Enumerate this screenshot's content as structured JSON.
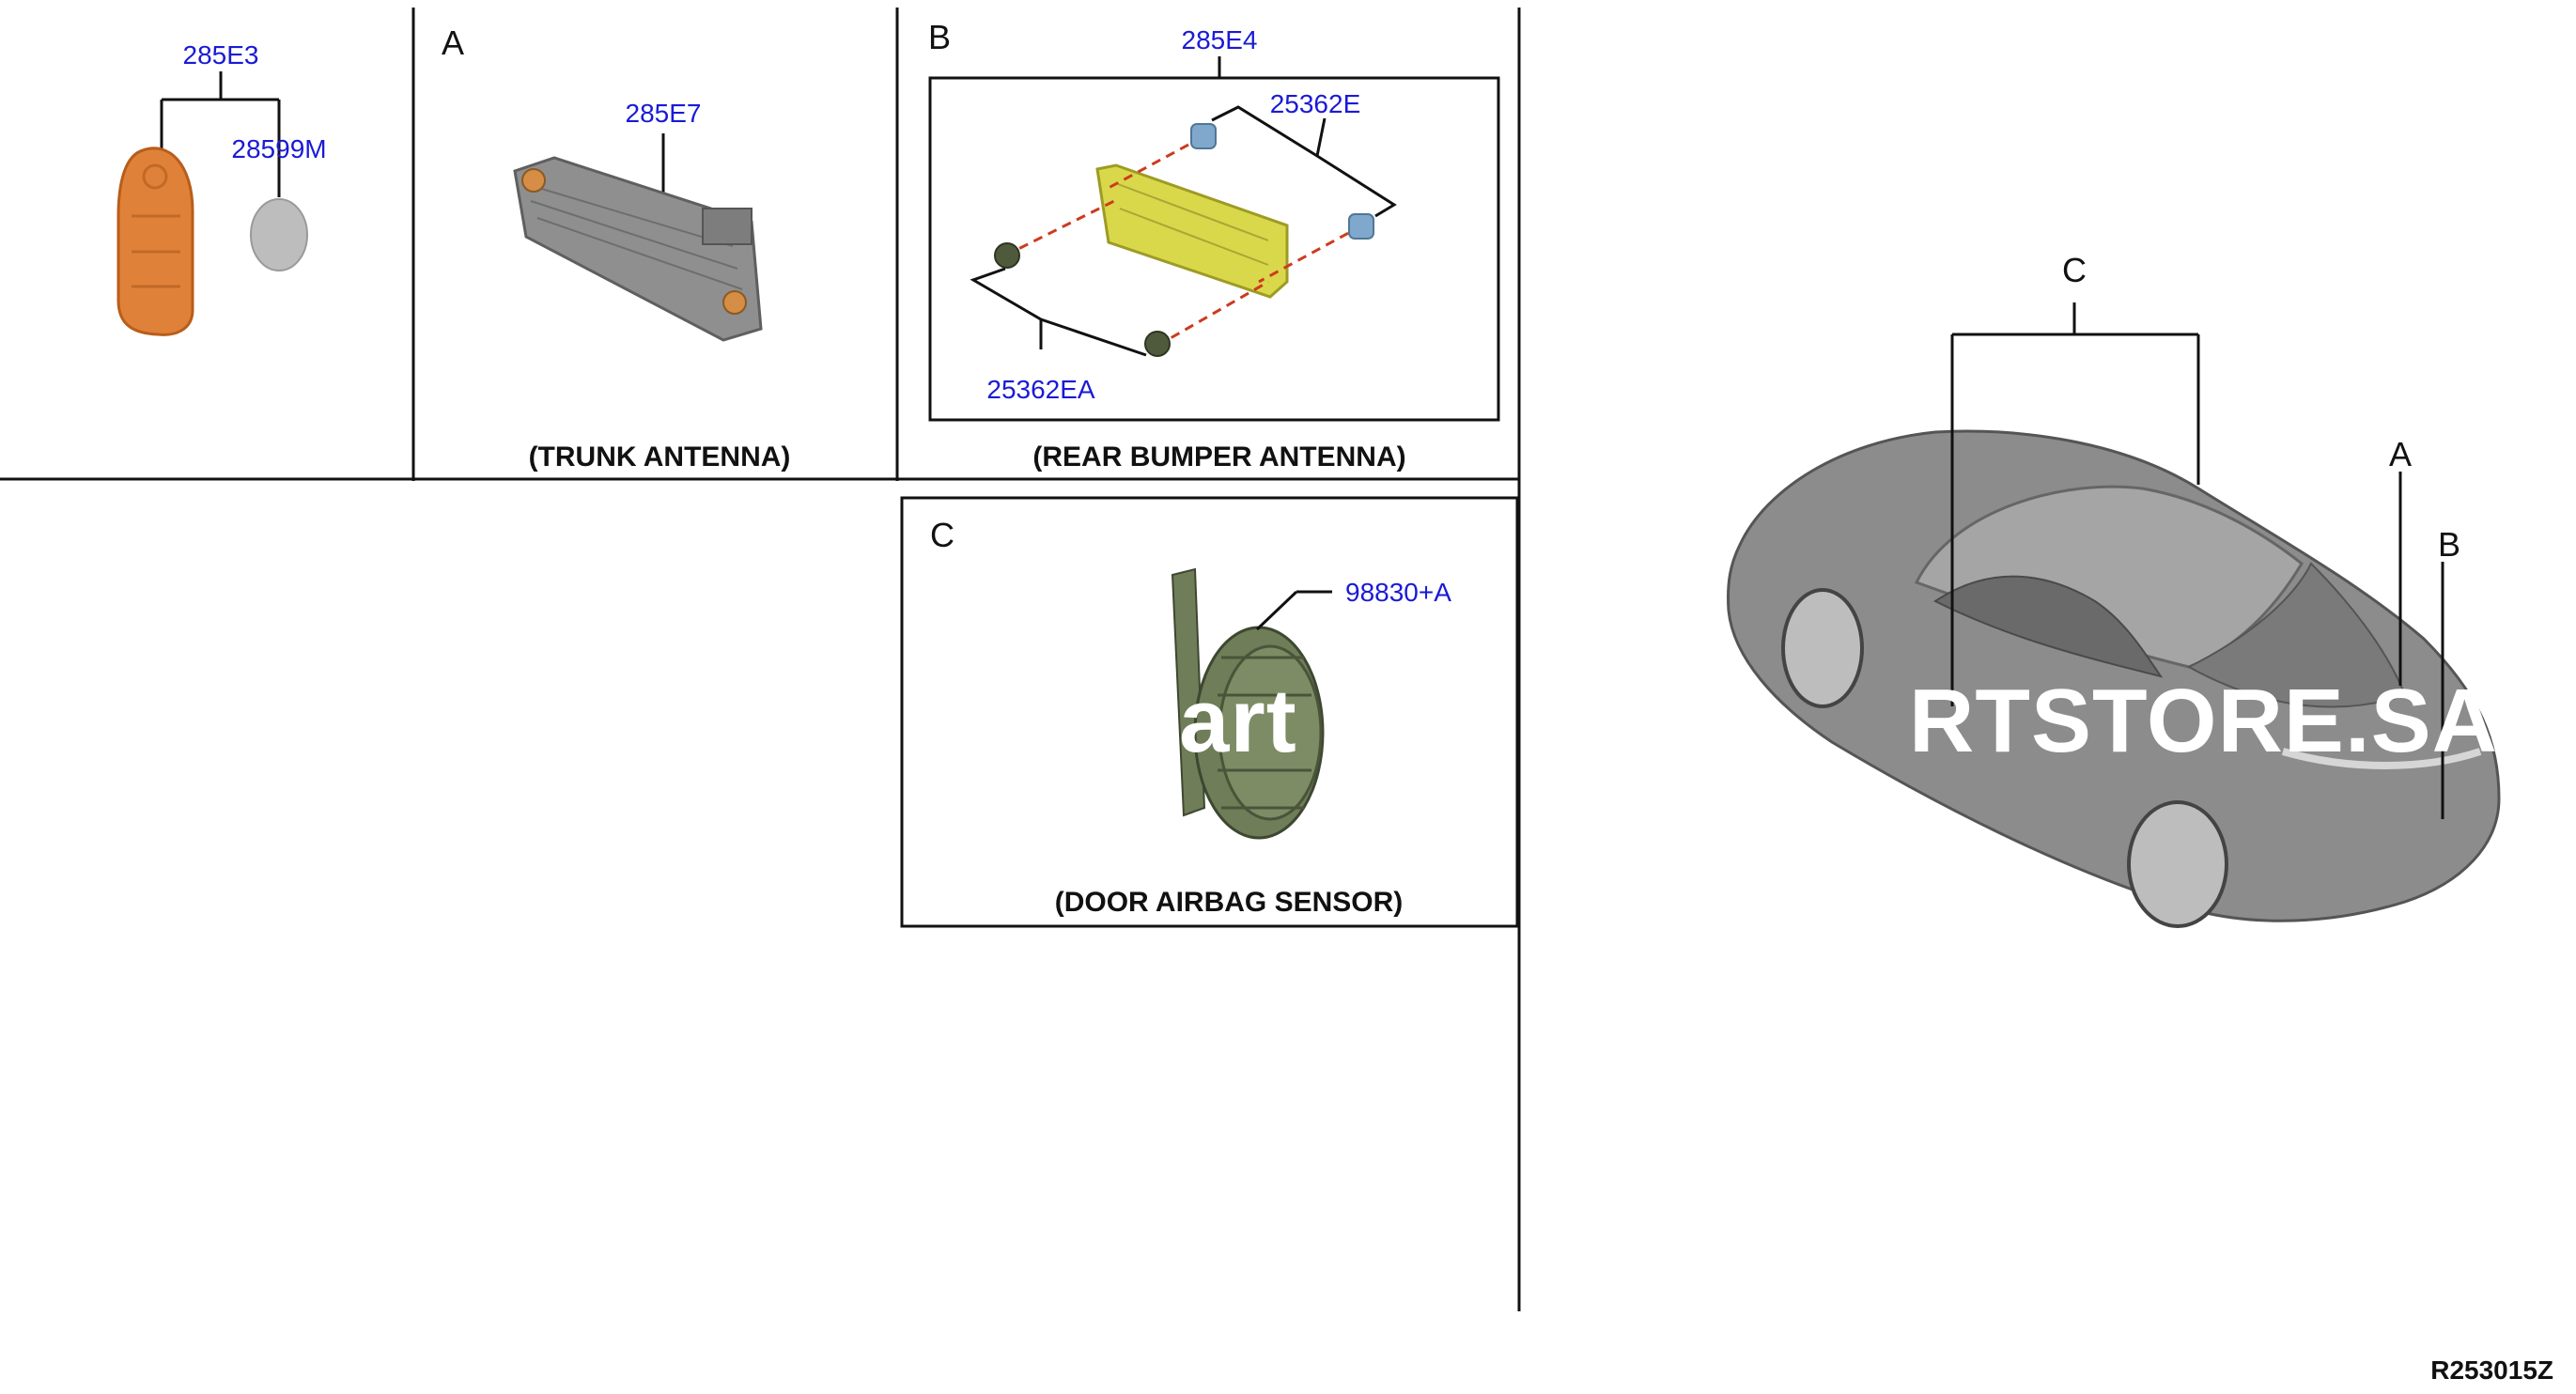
{
  "section_labels": {
    "a": "A",
    "b": "B",
    "c": "C"
  },
  "part_codes": {
    "key_fob": "285E3",
    "battery": "28599M",
    "trunk_antenna": "285E7",
    "rear_bumper_antenna": "285E4",
    "nut": "25362E",
    "bolt": "25362EA",
    "door_airbag_sensor": "98830+A"
  },
  "captions": {
    "trunk_antenna": "(TRUNK ANTENNA)",
    "rear_bumper_antenna": "(REAR BUMPER ANTENNA)",
    "door_airbag_sensor": "(DOOR AIRBAG SENSOR)"
  },
  "car_callouts": {
    "c": "C",
    "a": "A",
    "b": "B"
  },
  "watermark": {
    "left": "Part",
    "right": "RTSTORE.SA"
  },
  "reference_code": "R253015Z",
  "colors": {
    "part_code_text": "#1a1ad6",
    "key_fob": "#e0813a",
    "battery": "#b8b8b8",
    "bracket": "#d9d84a",
    "antenna_body": "#8a8a8a",
    "sensor": "#6f7d58",
    "car_body": "#8c8c8c",
    "dashed_leader": "#cc3b1e"
  }
}
